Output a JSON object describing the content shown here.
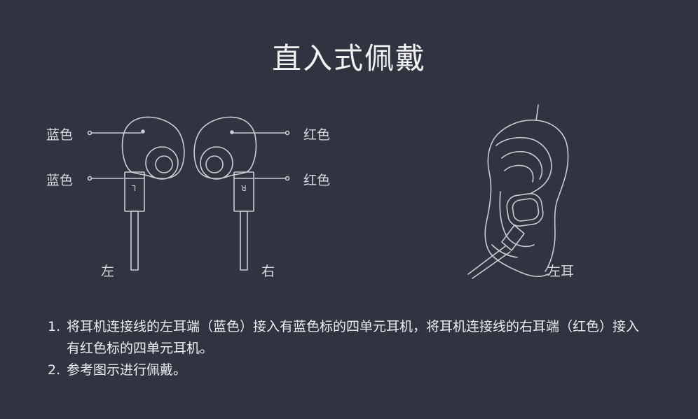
{
  "title": "直入式佩戴",
  "diagram": {
    "left_top_label": "蓝色",
    "left_bottom_label": "蓝色",
    "right_top_label": "红色",
    "right_bottom_label": "红色",
    "left_side_label": "左",
    "right_side_label": "右",
    "left_earbud_mark": "L",
    "right_earbud_mark": "R",
    "ear_label": "左耳"
  },
  "instructions": [
    {
      "num": "1.",
      "text": "将耳机连接线的左耳端（蓝色）接入有蓝色标的四单元耳机，将耳机连接线的右耳端（红色）接入有红色标的四单元耳机。"
    },
    {
      "num": "2.",
      "text": "参考图示进行佩戴。"
    }
  ],
  "colors": {
    "background": "#313440",
    "line": "#c9ccd2",
    "text": "#e6e8ec"
  }
}
